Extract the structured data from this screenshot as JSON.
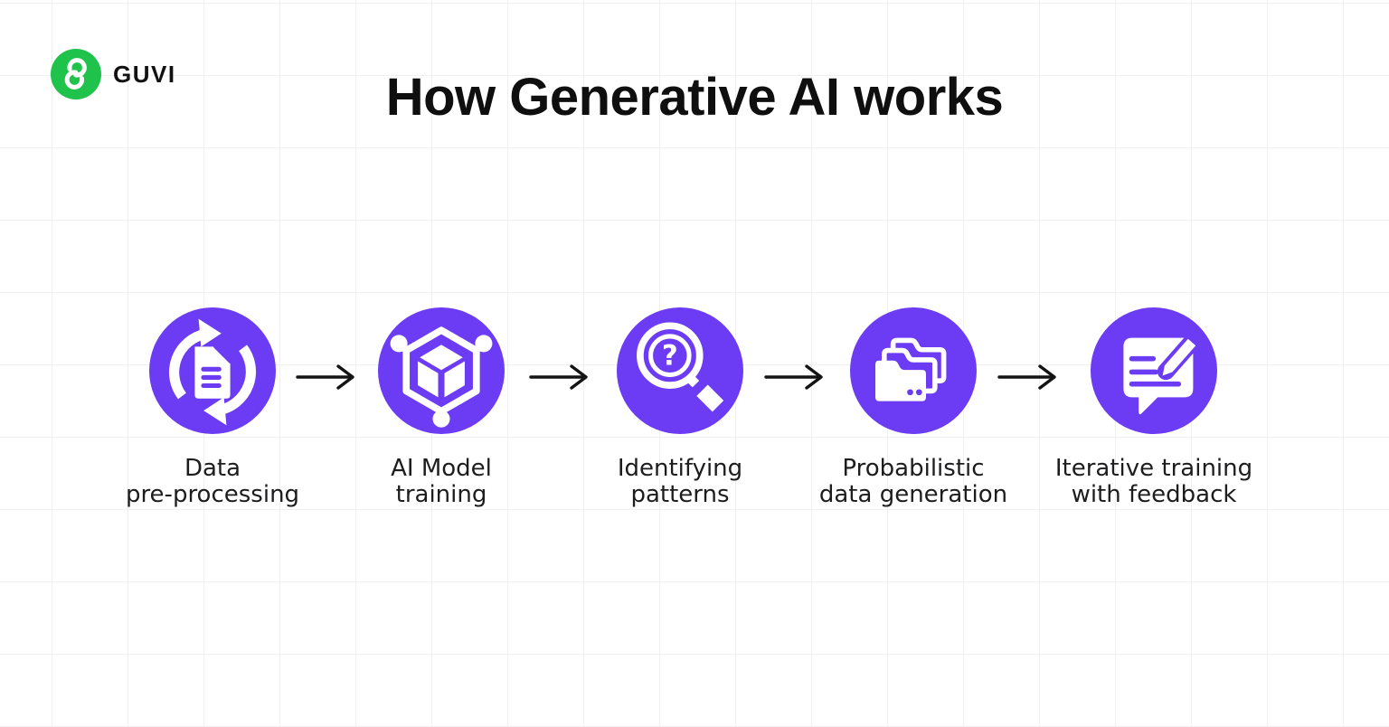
{
  "brand": {
    "name": "GUVI",
    "logo_icon": "guvi-g-logo-icon"
  },
  "title": "How Generative AI works",
  "colors": {
    "accent_purple": "#6c3bf4",
    "brand_green": "#1fc24b",
    "arrow_ink": "#141414",
    "label_text": "#1d1d1f",
    "grid_line": "#f1eff0",
    "background": "#ffffff"
  },
  "flow": {
    "direction": "left-to-right",
    "arrow_icon": "right-arrow-icon",
    "arrow_count": 4
  },
  "steps": [
    {
      "label": "Data\npre-processing",
      "icon": "document-refresh-icon"
    },
    {
      "label": "AI Model\ntraining",
      "icon": "cube-network-icon"
    },
    {
      "label": "Identifying\npatterns",
      "icon": "magnifier-question-icon"
    },
    {
      "label": "Probabilistic\ndata generation",
      "icon": "stacked-folders-icon"
    },
    {
      "label": "Iterative training\nwith feedback",
      "icon": "chat-bubble-pencil-icon"
    }
  ]
}
